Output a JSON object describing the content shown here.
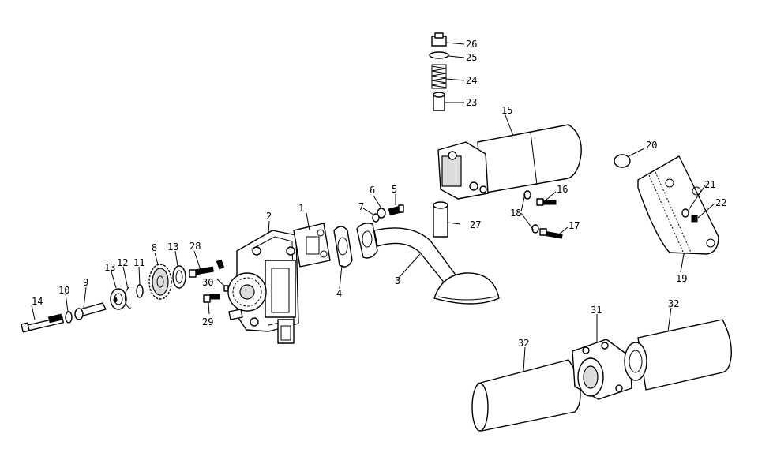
{
  "callouts": [
    {
      "id": "1",
      "text": "1"
    },
    {
      "id": "2",
      "text": "2"
    },
    {
      "id": "3",
      "text": "3"
    },
    {
      "id": "4",
      "text": "4"
    },
    {
      "id": "5",
      "text": "5"
    },
    {
      "id": "6",
      "text": "6"
    },
    {
      "id": "7",
      "text": "7"
    },
    {
      "id": "8",
      "text": "8"
    },
    {
      "id": "9",
      "text": "9"
    },
    {
      "id": "10",
      "text": "10"
    },
    {
      "id": "11",
      "text": "11"
    },
    {
      "id": "12",
      "text": "12"
    },
    {
      "id": "13a",
      "text": "13"
    },
    {
      "id": "13b",
      "text": "13"
    },
    {
      "id": "14",
      "text": "14"
    },
    {
      "id": "15",
      "text": "15"
    },
    {
      "id": "16",
      "text": "16"
    },
    {
      "id": "17",
      "text": "17"
    },
    {
      "id": "18",
      "text": "18"
    },
    {
      "id": "19",
      "text": "19"
    },
    {
      "id": "20",
      "text": "20"
    },
    {
      "id": "21",
      "text": "21"
    },
    {
      "id": "22",
      "text": "22"
    },
    {
      "id": "23",
      "text": "23"
    },
    {
      "id": "24",
      "text": "24"
    },
    {
      "id": "25",
      "text": "25"
    },
    {
      "id": "26",
      "text": "26"
    },
    {
      "id": "27",
      "text": "27"
    },
    {
      "id": "28",
      "text": "28"
    },
    {
      "id": "29",
      "text": "29"
    },
    {
      "id": "30",
      "text": "30"
    },
    {
      "id": "31",
      "text": "31"
    },
    {
      "id": "32a",
      "text": "32"
    },
    {
      "id": "32b",
      "text": "32"
    }
  ]
}
